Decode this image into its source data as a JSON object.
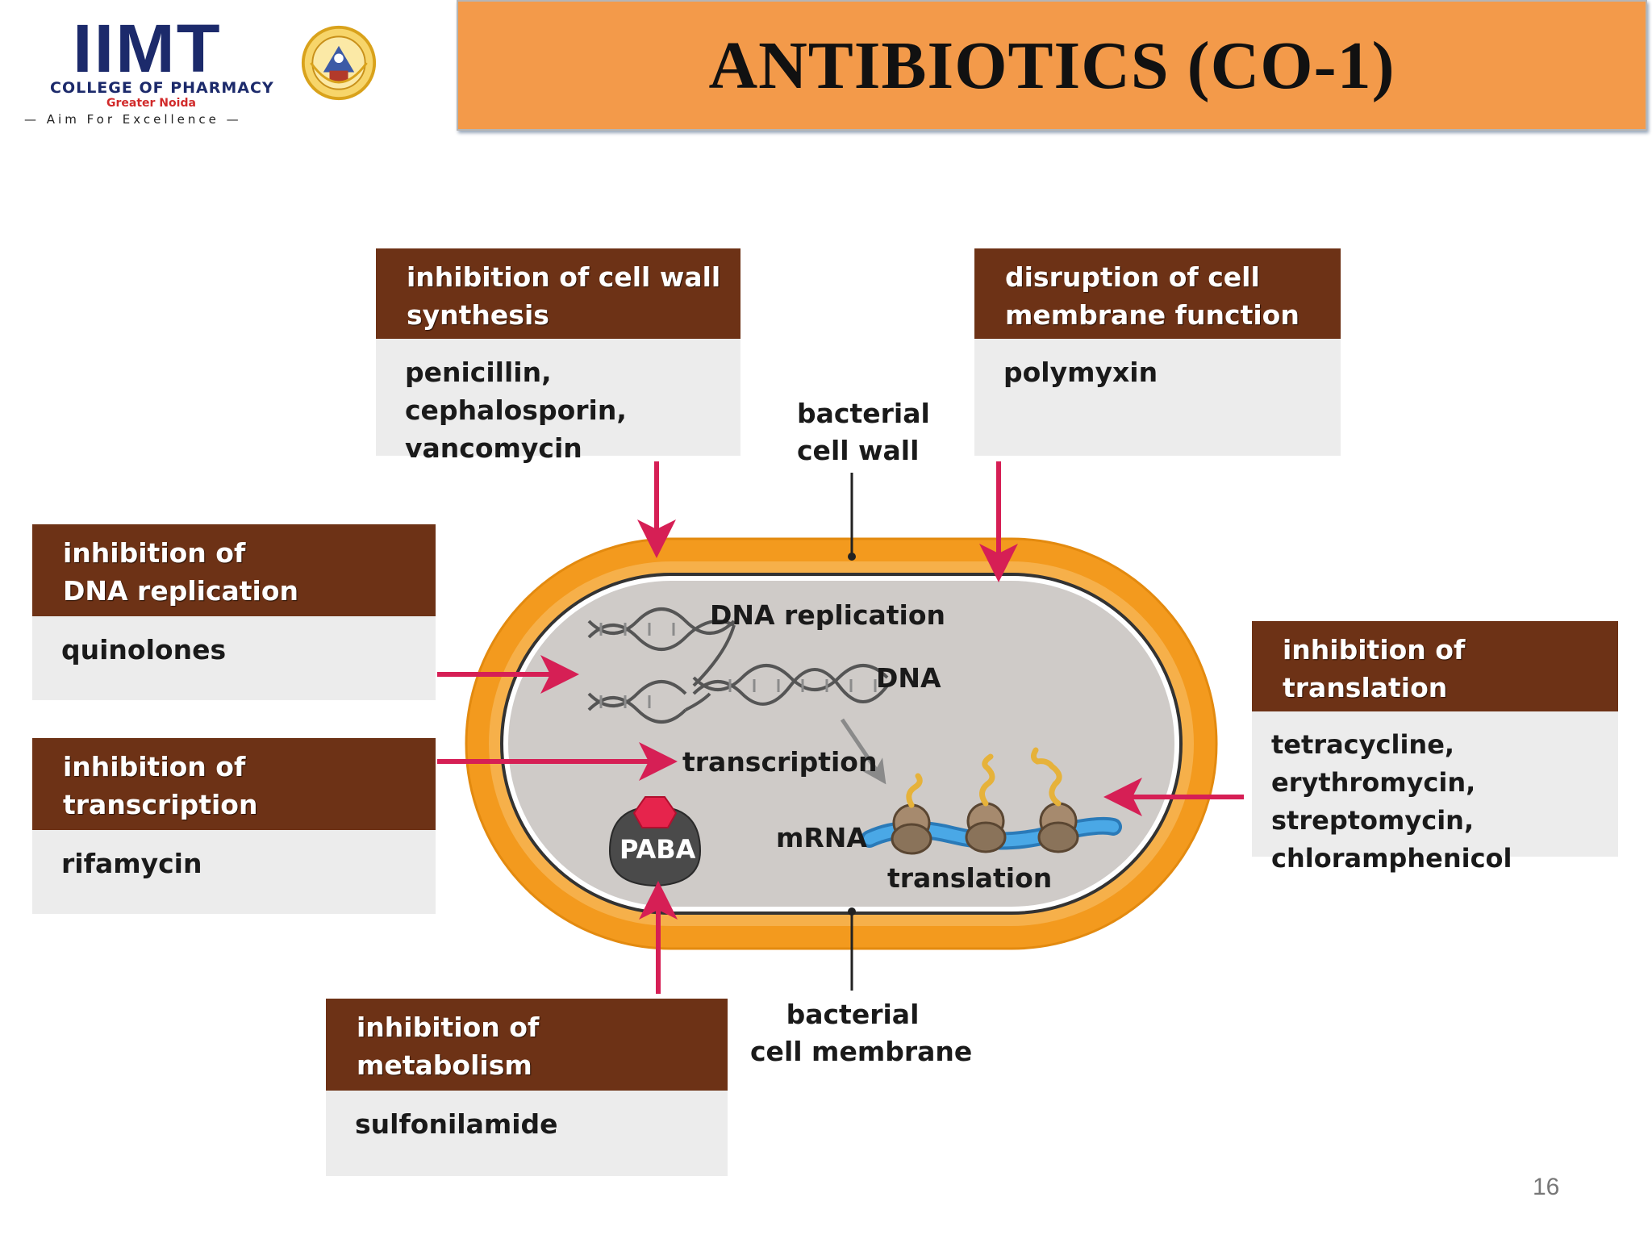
{
  "logo": {
    "name": "IIMT",
    "line1": "COLLEGE OF PHARMACY",
    "line2": "Greater Noida",
    "tagline": "— Aim For Excellence —"
  },
  "title": "ANTIBIOTICS (CO-1)",
  "colors": {
    "title_bg": "#f39a4a",
    "box_header": "#6d3216",
    "box_body": "#ececec",
    "cell_wall": "#f39a1e",
    "cytoplasm": "#cfcbc8",
    "arrow": "#d61f55",
    "mrna": "#3a9ad9"
  },
  "boxes": {
    "cell_wall": {
      "heading": [
        "inhibition of cell wall",
        "synthesis"
      ],
      "drugs": [
        "penicillin, cephalosporin,",
        "vancomycin"
      ]
    },
    "membrane": {
      "heading": [
        "disruption of cell",
        "membrane function"
      ],
      "drugs": [
        "polymyxin"
      ]
    },
    "dna": {
      "heading": [
        "inhibition of",
        "DNA replication"
      ],
      "drugs": [
        "quinolones"
      ]
    },
    "transcription": {
      "heading": [
        "inhibition of",
        "transcription"
      ],
      "drugs": [
        "rifamycin"
      ]
    },
    "translation": {
      "heading": [
        "inhibition of",
        "translation"
      ],
      "drugs": [
        "tetracycline, erythromycin,",
        "streptomycin,",
        "chloramphenicol"
      ]
    },
    "metabolism": {
      "heading": [
        "inhibition of",
        "metabolism"
      ],
      "drugs": [
        "sulfonilamide"
      ]
    }
  },
  "labels": {
    "cell_wall": [
      "bacterial",
      "cell wall"
    ],
    "cell_membrane": [
      "bacterial",
      "cell membrane"
    ],
    "dna_replication": "DNA replication",
    "dna": "DNA",
    "transcription": "transcription",
    "mrna": "mRNA",
    "translation": "translation",
    "paba": "PABA"
  },
  "page_number": "16"
}
